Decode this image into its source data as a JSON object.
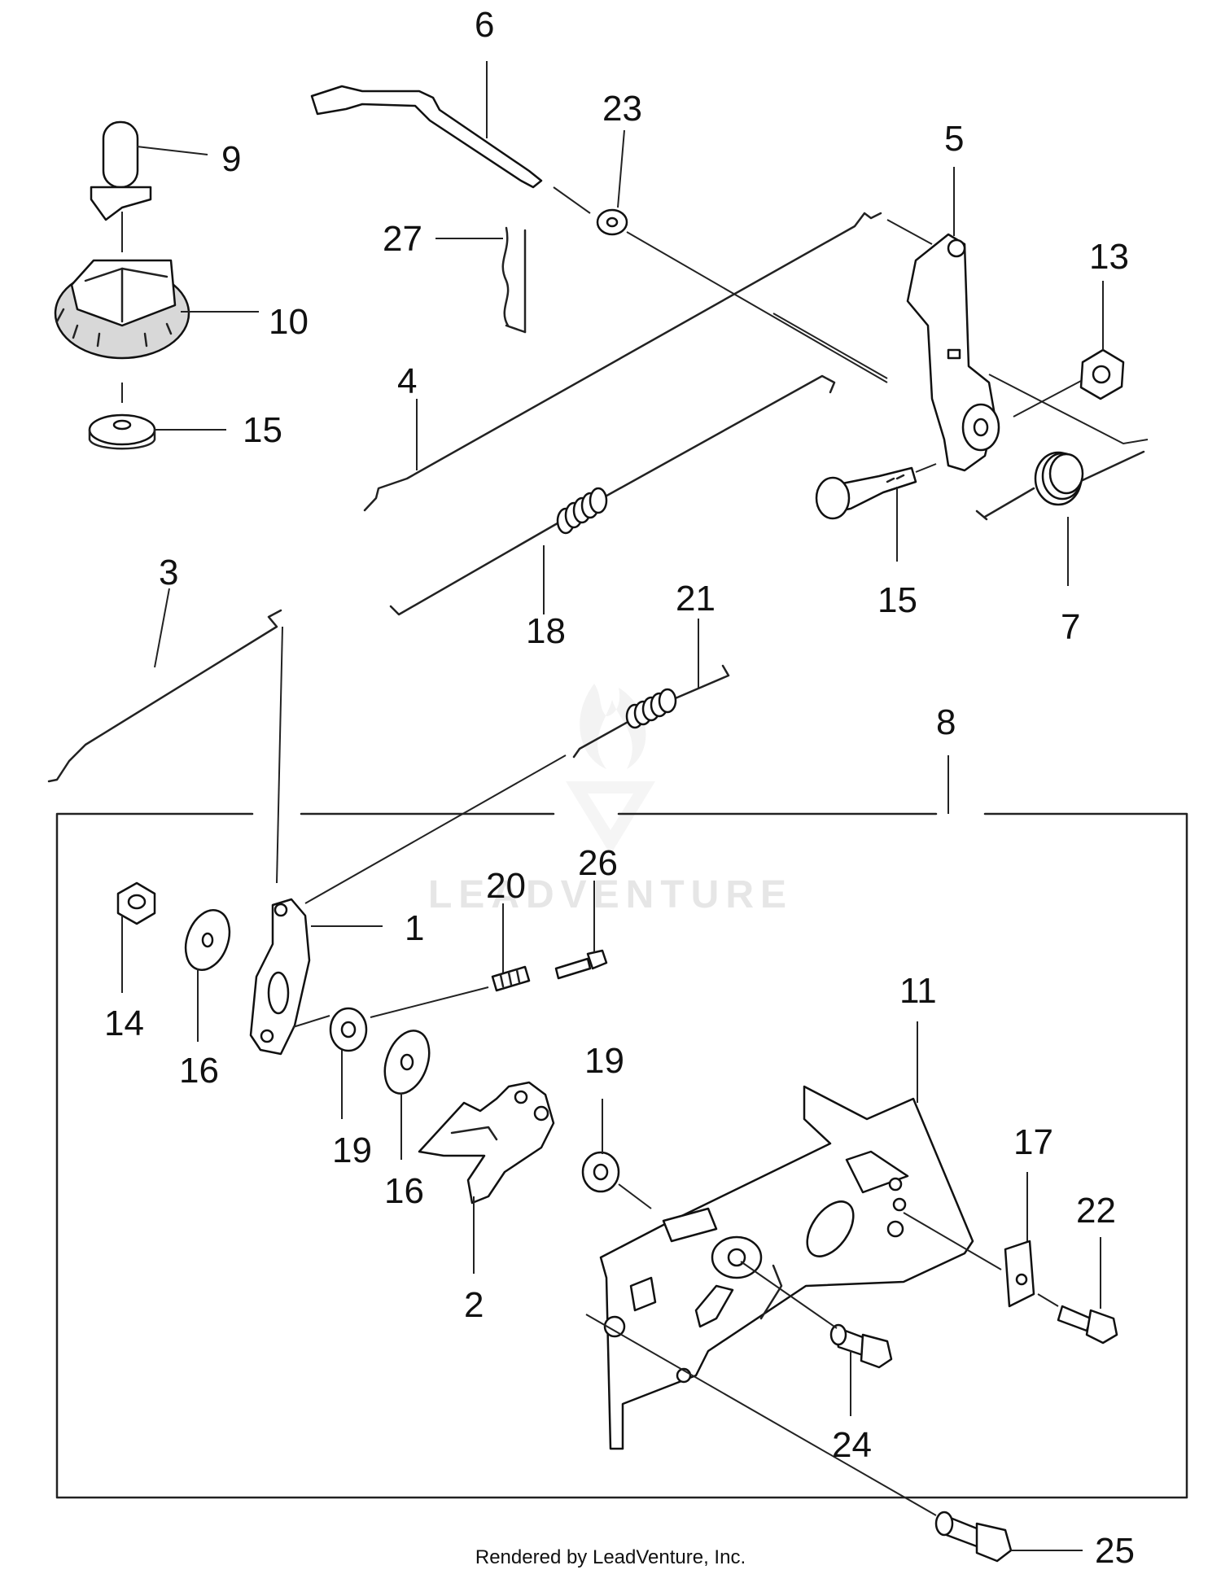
{
  "watermark": "LEADVENTURE",
  "footer": "Rendered by LeadVenture, Inc.",
  "callouts": [
    {
      "id": "c6",
      "label": "6"
    },
    {
      "id": "c23",
      "label": "23"
    },
    {
      "id": "c5",
      "label": "5"
    },
    {
      "id": "c9",
      "label": "9"
    },
    {
      "id": "c27",
      "label": "27"
    },
    {
      "id": "c13",
      "label": "13"
    },
    {
      "id": "c10",
      "label": "10"
    },
    {
      "id": "c4",
      "label": "4"
    },
    {
      "id": "c15a",
      "label": "15"
    },
    {
      "id": "c15b",
      "label": "15"
    },
    {
      "id": "c7",
      "label": "7"
    },
    {
      "id": "c3",
      "label": "3"
    },
    {
      "id": "c18",
      "label": "18"
    },
    {
      "id": "c21",
      "label": "21"
    },
    {
      "id": "c8",
      "label": "8"
    },
    {
      "id": "c26",
      "label": "26"
    },
    {
      "id": "c20",
      "label": "20"
    },
    {
      "id": "c1",
      "label": "1"
    },
    {
      "id": "c14",
      "label": "14"
    },
    {
      "id": "c16a",
      "label": "16"
    },
    {
      "id": "c11",
      "label": "11"
    },
    {
      "id": "c19a",
      "label": "19"
    },
    {
      "id": "c19b",
      "label": "19"
    },
    {
      "id": "c16b",
      "label": "16"
    },
    {
      "id": "c17",
      "label": "17"
    },
    {
      "id": "c22",
      "label": "22"
    },
    {
      "id": "c2",
      "label": "2"
    },
    {
      "id": "c24",
      "label": "24"
    },
    {
      "id": "c25",
      "label": "25"
    }
  ]
}
